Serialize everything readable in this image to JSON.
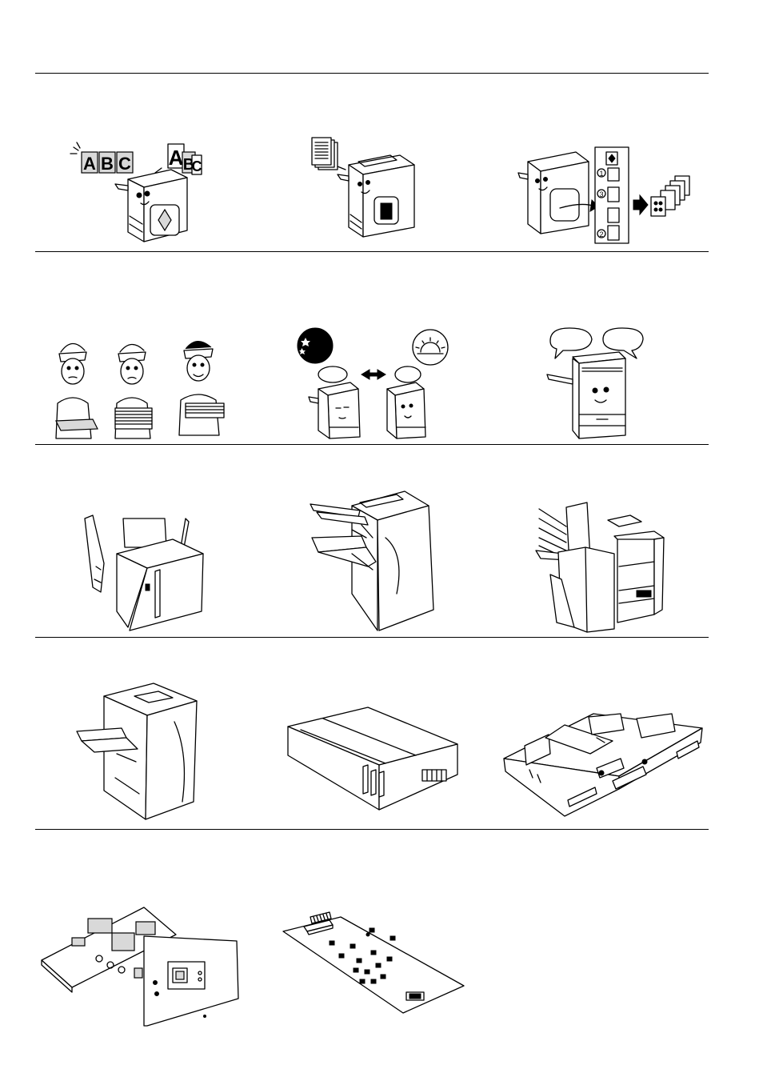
{
  "page": {
    "background": "#ffffff",
    "rule_color": "#000000"
  },
  "illustrations": {
    "row1": {
      "left_letters": [
        "A",
        "B",
        "C"
      ],
      "right_letters": [
        "A",
        "B",
        "C"
      ],
      "sort_bin_numbers": [
        "1",
        "3",
        "2"
      ]
    }
  }
}
